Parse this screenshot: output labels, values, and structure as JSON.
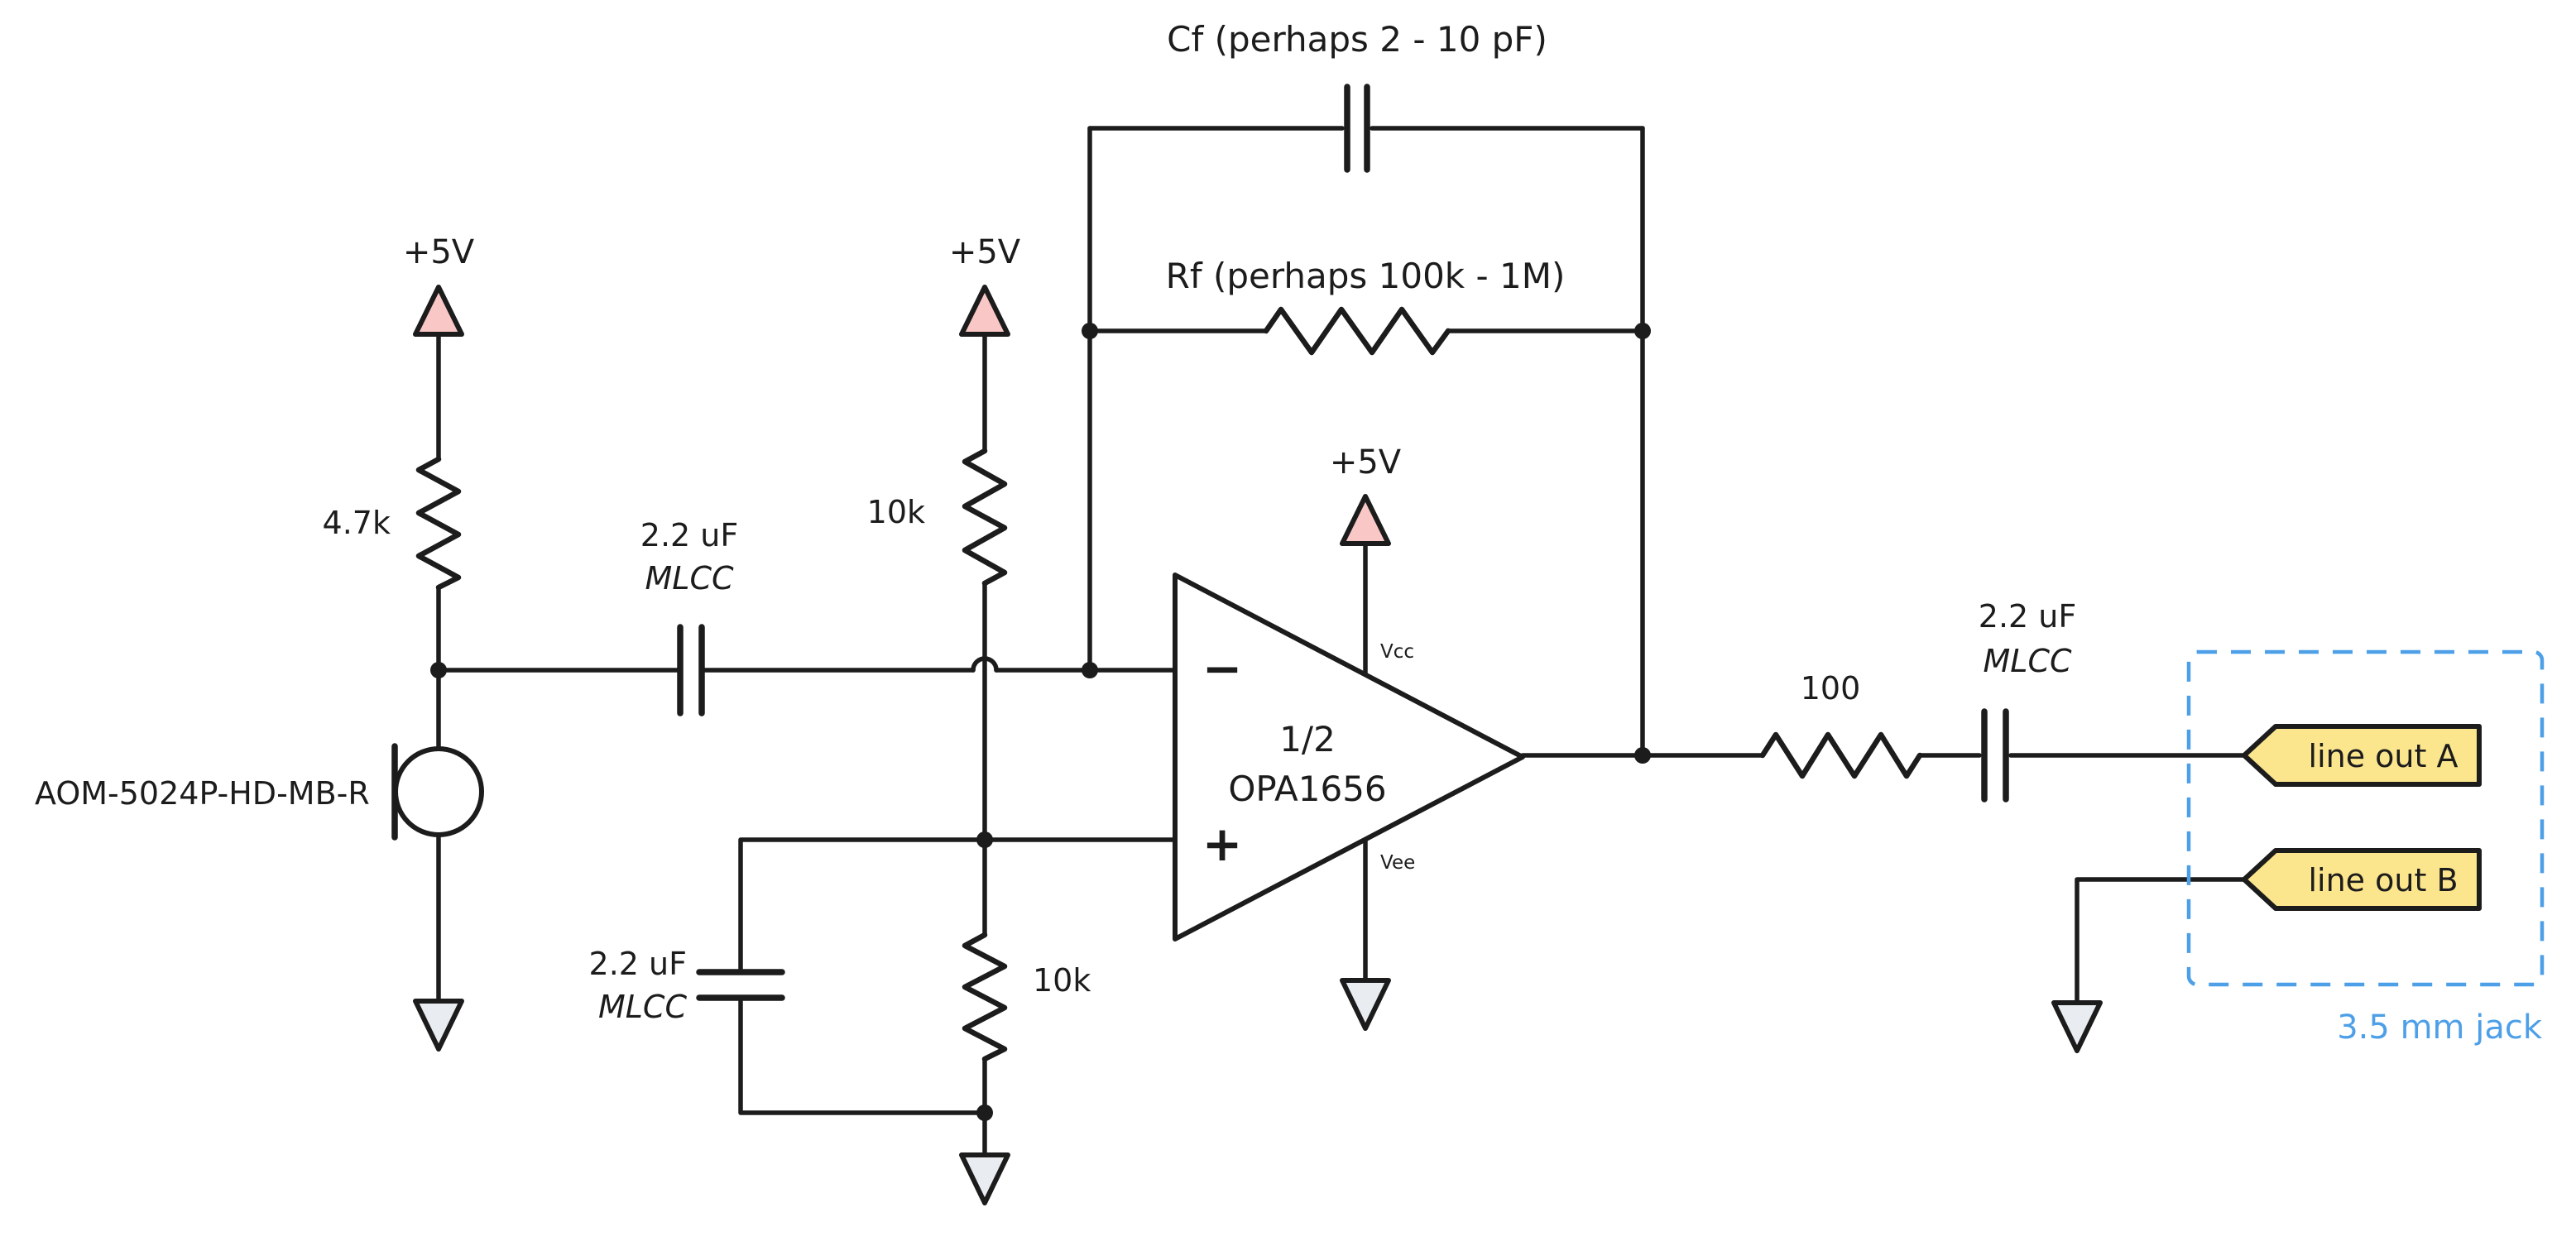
{
  "colors": {
    "stroke": "#1c1c1c",
    "supply_fill": "#fac7c7",
    "ground_fill": "#e9edf1",
    "tag_fill": "#fbe58d",
    "jack_accent": "#4d9fe8",
    "opamp_fill": "#ffffff",
    "background": "#ffffff"
  },
  "schematic": {
    "power": {
      "label": "+5V"
    },
    "feedback": {
      "cf_label": "Cf (perhaps 2 - 10 pF)",
      "rf_label": "Rf (perhaps 100k - 1M)"
    },
    "mic": {
      "part": "AOM-5024P-HD-MB-R"
    },
    "bias_resistor": {
      "value": "4.7k"
    },
    "divider": {
      "top": "10k",
      "bottom": "10k"
    },
    "input_cap": {
      "value": "2.2 uF",
      "type": "MLCC"
    },
    "bypass_cap": {
      "value": "2.2 uF",
      "type": "MLCC"
    },
    "output_resistor": {
      "value": "100"
    },
    "output_cap": {
      "value": "2.2 uF",
      "type": "MLCC"
    },
    "opamp": {
      "half": "1/2",
      "part": "OPA1656",
      "inverting": "−",
      "noninverting": "+",
      "vcc": "Vcc",
      "vee": "Vee"
    },
    "outputs": {
      "line_a": "line out A",
      "line_b": "line out B",
      "jack": "3.5 mm jack"
    }
  }
}
